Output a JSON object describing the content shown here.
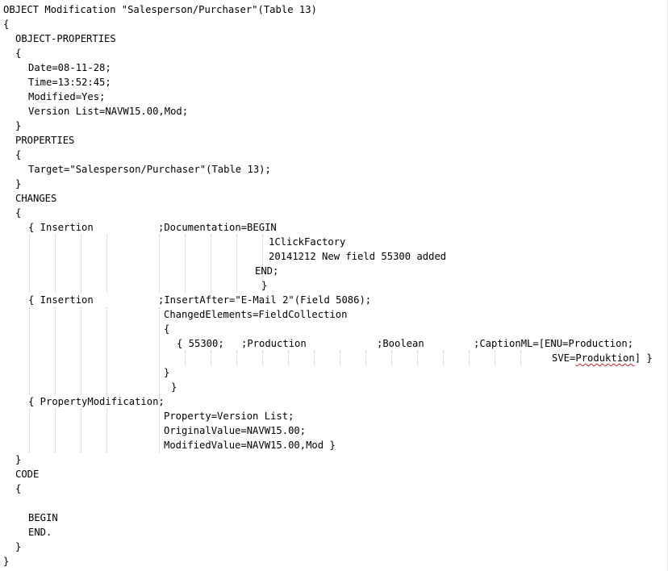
{
  "editor": {
    "lines": [
      "OBJECT Modification \"Salesperson/Purchaser\"(Table 13)",
      "{",
      "OBJECT-PROPERTIES",
      "{",
      "Date=08-11-28;",
      "Time=13:52:45;",
      "Modified=Yes;",
      "Version List=NAVW15.00,Mod;",
      "}",
      "PROPERTIES",
      "{",
      "Target=\"Salesperson/Purchaser\"(Table 13);",
      "}",
      "CHANGES",
      "{",
      "{ Insertion",
      ";Documentation=BEGIN",
      "1ClickFactory",
      "20141212 New field 55300 added",
      "END;",
      "}",
      "{ Insertion",
      ";InsertAfter=\"E-Mail 2\"(Field 5086);",
      "ChangedElements=FieldCollection",
      "{",
      "{ 55300;",
      ";Production",
      ";Boolean",
      ";CaptionML=[ENU=Production;",
      "SVE=",
      "Produktion",
      "] }",
      "}",
      "}",
      "{ PropertyModification;",
      "Property=Version List;",
      "OriginalValue=NAVW15.00;",
      "ModifiedValue=NAVW15.00,Mod }",
      "}",
      "CODE",
      "{",
      "BEGIN",
      "END.",
      "}",
      "}"
    ]
  }
}
